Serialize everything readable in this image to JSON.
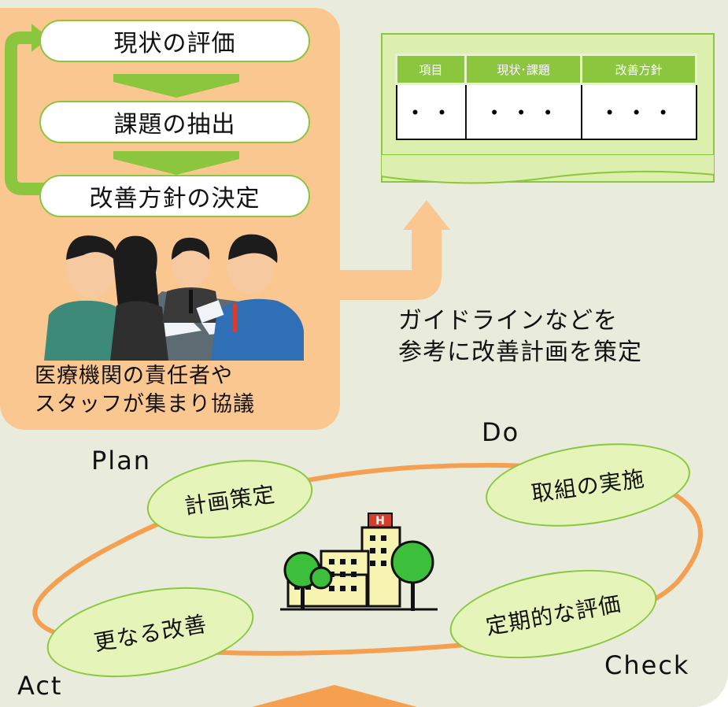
{
  "process": {
    "step1": "現状の評価",
    "step2": "課題の抽出",
    "step3": "改善方針の決定",
    "caption_line1": "医療機関の責任者や",
    "caption_line2": "スタッフが集まり協議"
  },
  "plan_doc": {
    "headers": [
      "項目",
      "現状･課題",
      "改善方針"
    ],
    "row": [
      "・・",
      "・・・",
      "・・・"
    ]
  },
  "guideline": {
    "line1": "ガイドラインなどを",
    "line2": "参考に改善計画を策定"
  },
  "cycle": {
    "plan_label": "Plan",
    "do_label": "Do",
    "check_label": "Check",
    "act_label": "Act",
    "plan_step": "計画策定",
    "do_step": "取組の実施",
    "check_step": "定期的な評価",
    "act_step": "更なる改善"
  },
  "colors": {
    "panel": "#fbc791",
    "accent_green": "#8cc63f",
    "cycle_orange": "#f5a050",
    "background": "#e9ebdc"
  }
}
